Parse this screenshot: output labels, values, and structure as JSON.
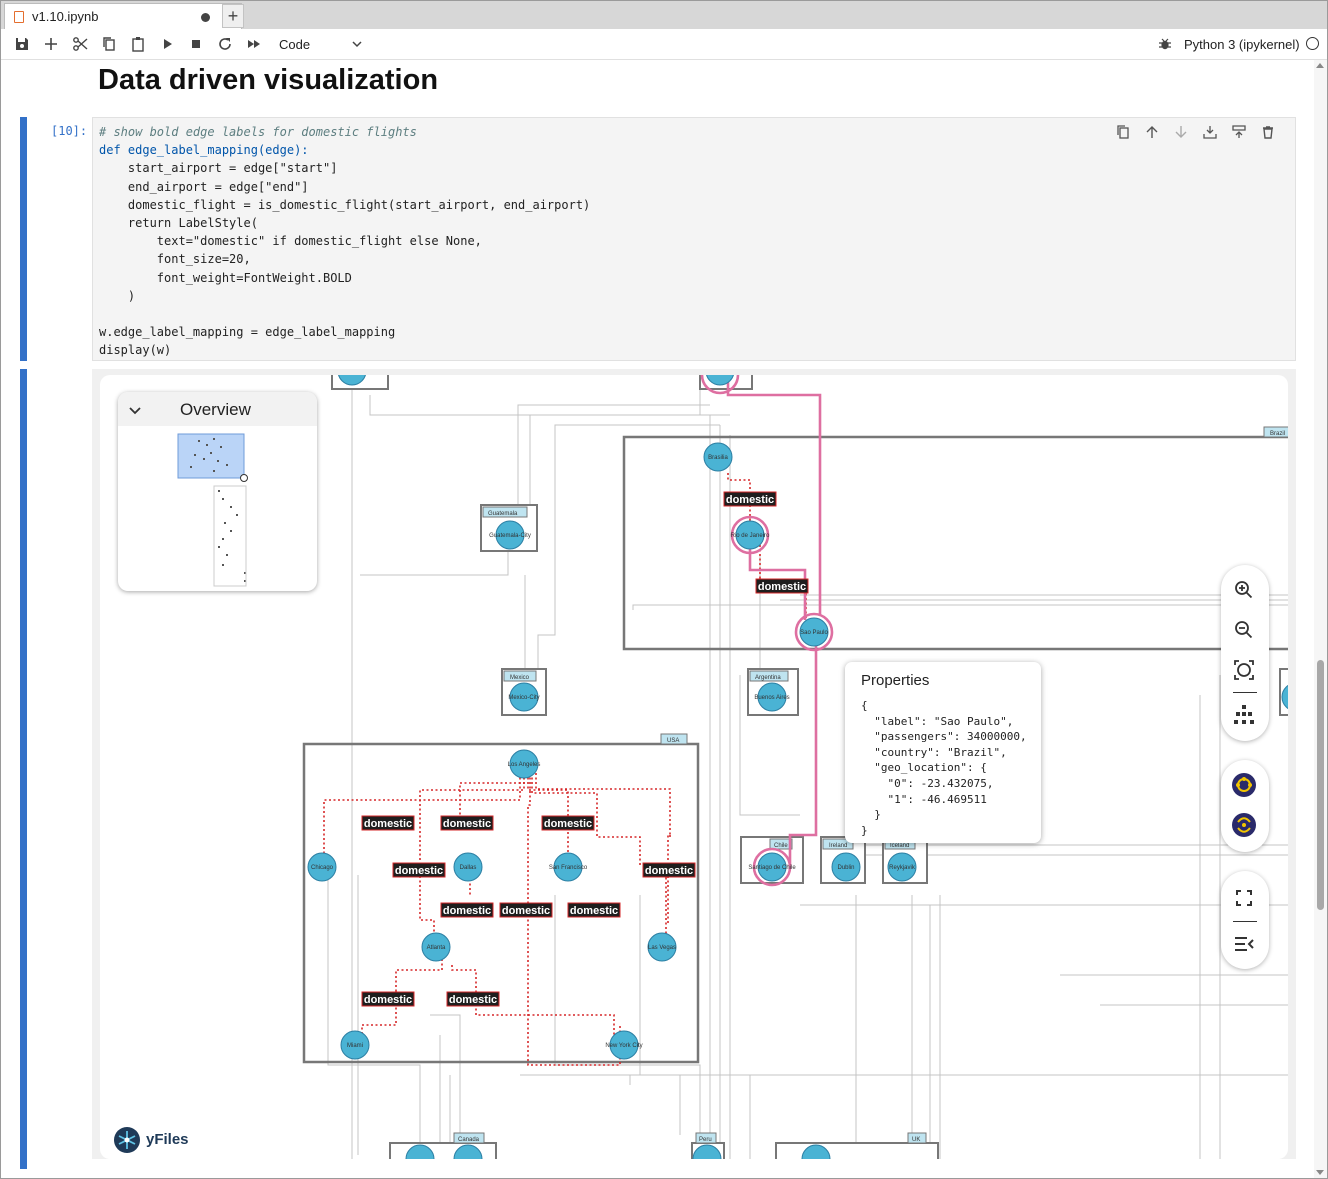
{
  "tab": {
    "title": "v1.10.ipynb",
    "add": "+"
  },
  "toolbar": {
    "cell_type": "Code",
    "kernel": "Python 3 (ipykernel)",
    "icons": [
      "save-icon",
      "add-cell-icon",
      "cut-icon",
      "copy-icon",
      "paste-icon",
      "run-icon",
      "stop-icon",
      "restart-icon",
      "fast-forward-icon"
    ]
  },
  "notebook": {
    "heading": "Data driven visualization",
    "prompt": "[10]:",
    "code_lines": [
      "# show bold edge labels for domestic flights",
      "def edge_label_mapping(edge):",
      "    start_airport = edge[\"start\"]",
      "    end_airport = edge[\"end\"]",
      "    domestic_flight = is_domestic_flight(start_airport, end_airport)",
      "    return LabelStyle(",
      "        text=\"domestic\" if domestic_flight else None,",
      "        font_size=20,",
      "        font_weight=FontWeight.BOLD",
      "    )",
      "",
      "w.edge_label_mapping = edge_label_mapping",
      "display(w)"
    ]
  },
  "widget": {
    "overview_title": "Overview",
    "properties_title": "Properties",
    "properties_text": "{\n  \"label\": \"Sao Paulo\",\n  \"passengers\": 34000000,\n  \"country\": \"Brazil\",\n  \"geo_location\": {\n    \"0\": -23.432075,\n    \"1\": -46.469511\n  }\n}",
    "brand": "yFiles",
    "edge_label": "domestic",
    "groups": {
      "brazil": "Brazil",
      "guatemala": "Guatemala",
      "mexico": "Mexico",
      "argentina": "Argentina",
      "usa": "USA",
      "chile": "Chile",
      "ireland": "Ireland",
      "iceland": "Iceland",
      "canada": "Canada",
      "peru": "Peru",
      "uk": "UK"
    },
    "nodes": {
      "brasilia": "Brasilia",
      "rio": "Rio de Janeiro",
      "sao_paulo": "Sao Paulo",
      "guatemala_city": "Guatemala-City",
      "mexico_city": "Mexico-City",
      "buenos_aires": "Buenos Aires",
      "los_angeles": "Los Angeles",
      "chicago": "Chicago",
      "dallas": "Dallas",
      "san_francisco": "San Francisco",
      "las_vegas": "Las Vegas",
      "atlanta": "Atlanta",
      "miami": "Miami",
      "new_york": "New York City",
      "santiago": "Santiago de Chile",
      "dublin": "Dublin",
      "reykjavik": "Reykjavik"
    }
  },
  "colors": {
    "accent": "#3371c8",
    "node_fill": "#4ab3d4",
    "highlight": "#de6fa1",
    "domestic_edge": "#d62728",
    "label_bg": "#1e1e1e"
  }
}
